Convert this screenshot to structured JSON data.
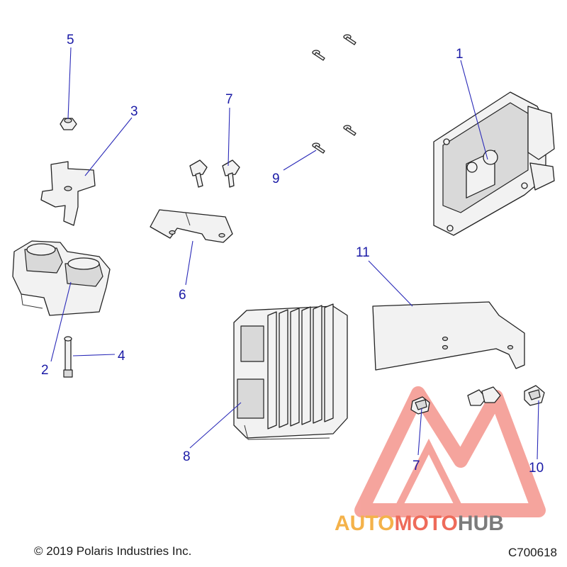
{
  "callouts": {
    "c1": "1",
    "c2": "2",
    "c3": "3",
    "c4": "4",
    "c5": "5",
    "c6": "6",
    "c7a": "7",
    "c7b": "7",
    "c8": "8",
    "c9": "9",
    "c10": "10",
    "c11": "11"
  },
  "watermark": {
    "word_auto": "AUTO",
    "word_moto": "MOTO",
    "word_hub": "HUB",
    "color_auto": "#f4b24a",
    "color_moto": "#ee6b5a",
    "color_hub": "#7b7b7b",
    "logo_color": "#ee5b4e"
  },
  "footer": {
    "copyright": "© 2019 Polaris Industries Inc.",
    "diagram_code": "C700618"
  },
  "colors": {
    "callout": "#1a1aa6",
    "leader": "#2a2ab8"
  }
}
